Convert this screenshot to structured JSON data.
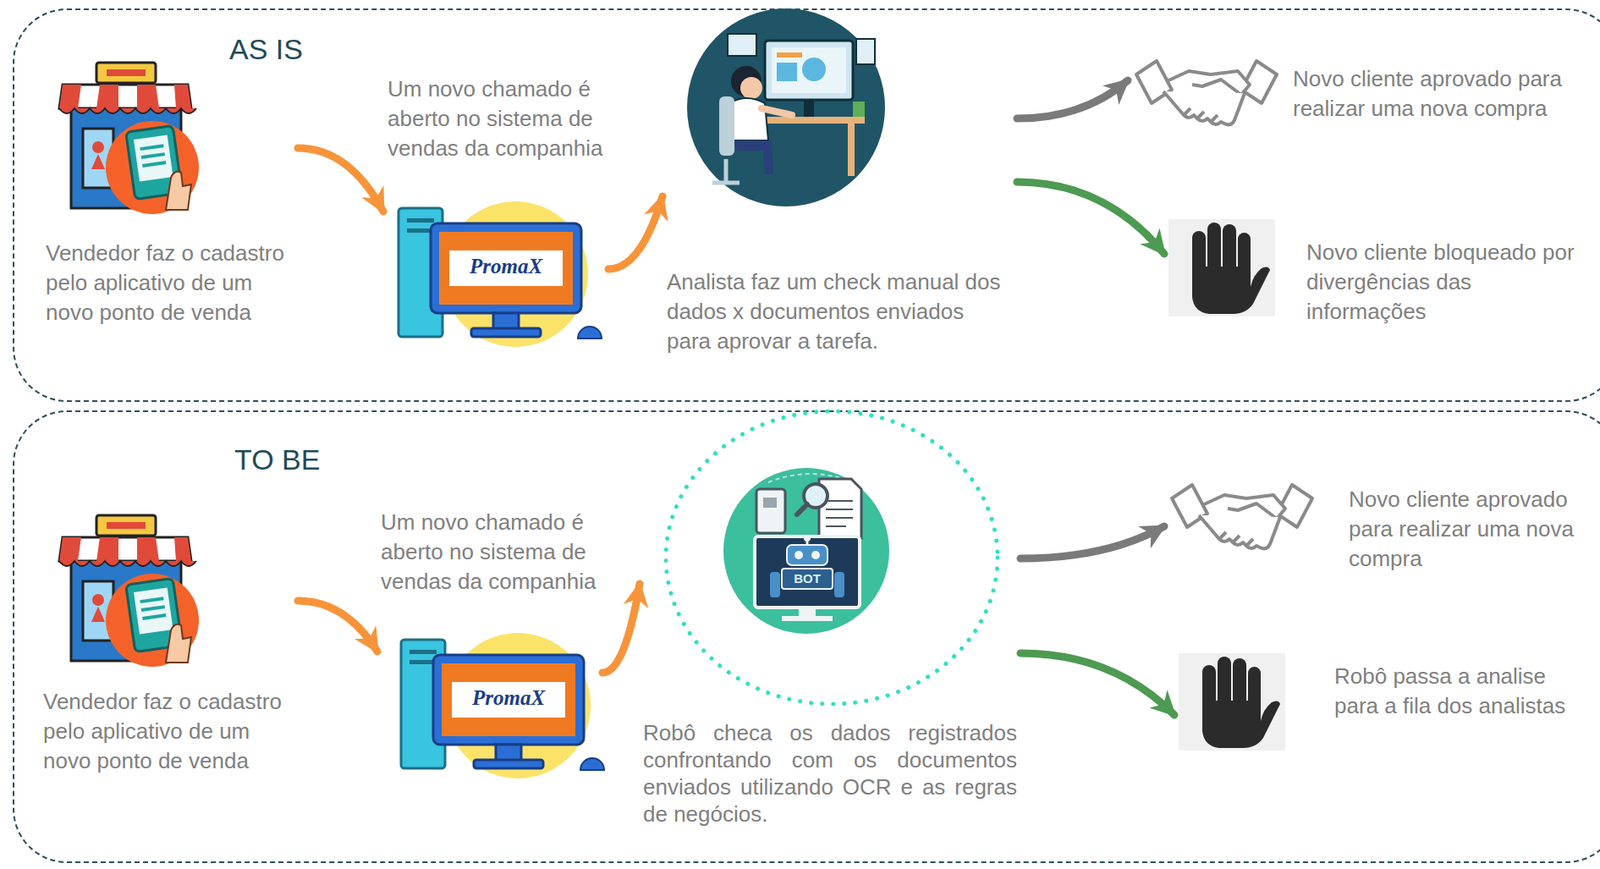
{
  "diagram": {
    "nodes": [
      {
        "text": [
          "AS IS"
        ]
      },
      {
        "text": [
          "Vendedor faz o cadastro pelo aplicativo de um novo ponto de venda"
        ],
        "in": 0
      },
      {
        "text": [
          "Um novo chamado é aberto no sistema de vendas da companhia",
          "PromaX"
        ],
        "in": 0
      },
      {
        "text": [
          "Analista faz um check manual dos dados x documentos enviados para aprovar a tarefa."
        ],
        "in": 0
      },
      {
        "text": [
          "Novo cliente aprovado para realizar uma nova compra"
        ],
        "in": 0
      },
      {
        "text": [
          "Novo cliente bloqueado por divergências das informações"
        ],
        "in": 0
      },
      {
        "text": [
          "TO BE"
        ]
      },
      {
        "text": [
          "Vendedor faz o cadastro pelo aplicativo de um novo ponto de venda"
        ],
        "in": 6
      },
      {
        "text": [
          "Um novo chamado é aberto no sistema de vendas da companhia",
          "PromaX"
        ],
        "in": 6
      },
      {
        "text": [
          "Robô checa os dados registrados confrontando com os documentos enviados utilizando OCR e as regras de negócios.",
          "BOT"
        ],
        "in": 6
      },
      {
        "text": [
          "Novo cliente aprovado para realizar uma nova compra"
        ],
        "in": 6
      },
      {
        "text": [
          "Robô passa a analise para a fila dos analistas"
        ],
        "in": 6
      }
    ],
    "edges": [
      {
        "from": 1,
        "to": 2,
        "arrow": "to"
      },
      {
        "from": 2,
        "to": 3,
        "arrow": "to"
      },
      {
        "from": 3,
        "to": 4,
        "arrow": "to"
      },
      {
        "from": 3,
        "to": 5,
        "arrow": "to"
      },
      {
        "from": 7,
        "to": 8,
        "arrow": "to"
      },
      {
        "from": 8,
        "to": 9,
        "arrow": "to"
      },
      {
        "from": 9,
        "to": 10,
        "arrow": "to"
      },
      {
        "from": 9,
        "to": 11,
        "arrow": "to"
      }
    ]
  }
}
